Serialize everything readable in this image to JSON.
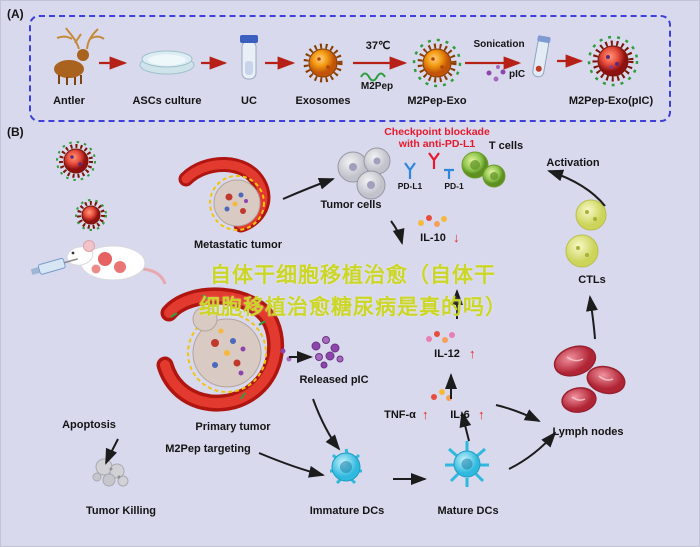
{
  "panel_a": {
    "tag": "(A)",
    "steps": [
      {
        "label": "Antler"
      },
      {
        "label": "ASCs culture"
      },
      {
        "label": "UC"
      },
      {
        "label": "Exosomes"
      },
      {
        "label": "M2Pep-Exo"
      },
      {
        "label": "M2Pep-Exo(pIC)"
      }
    ],
    "annotations": {
      "temperature": "37℃",
      "m2pep": "M2Pep",
      "sonication": "Sonication",
      "pic": "pIC"
    }
  },
  "panel_b": {
    "tag": "(B)",
    "checkpoint_line1": "Checkpoint blockade",
    "checkpoint_line2": "with anti-PD-L1",
    "t_cells": "T cells",
    "activation": "Activation",
    "tumor_cells": "Tumor cells",
    "pd_l1": "PD-L1",
    "pd_1": "PD-1",
    "ctls": "CTLs",
    "metastatic_tumor": "Metastatic tumor",
    "released_pic": "Released pIC",
    "lymph_nodes": "Lymph nodes",
    "apoptosis": "Apoptosis",
    "primary_tumor": "Primary tumor",
    "m2pep_targeting": "M2Pep targeting",
    "tumor_killing": "Tumor Killing",
    "immature_dcs": "Immature DCs",
    "mature_dcs": "Mature DCs",
    "cytokines": [
      {
        "name": "IL-10",
        "direction": "↓"
      },
      {
        "name": "IL-12",
        "direction": "↑"
      },
      {
        "name": "TNF-α",
        "direction": "↑"
      },
      {
        "name": "IL-6",
        "direction": "↑"
      }
    ]
  },
  "watermark": {
    "line1": "自体干细胞移植治愈（自体干",
    "line2": "细胞移植治愈糖尿病是真的吗）"
  },
  "colors": {
    "background": "#d8d9ed",
    "panel_border": "#3f3fd9",
    "checkpoint_red": "#e8192c",
    "watermark_yellow": "#ccd626",
    "arrow_black": "#1c1c1c",
    "arrow_red": "#b62016"
  }
}
